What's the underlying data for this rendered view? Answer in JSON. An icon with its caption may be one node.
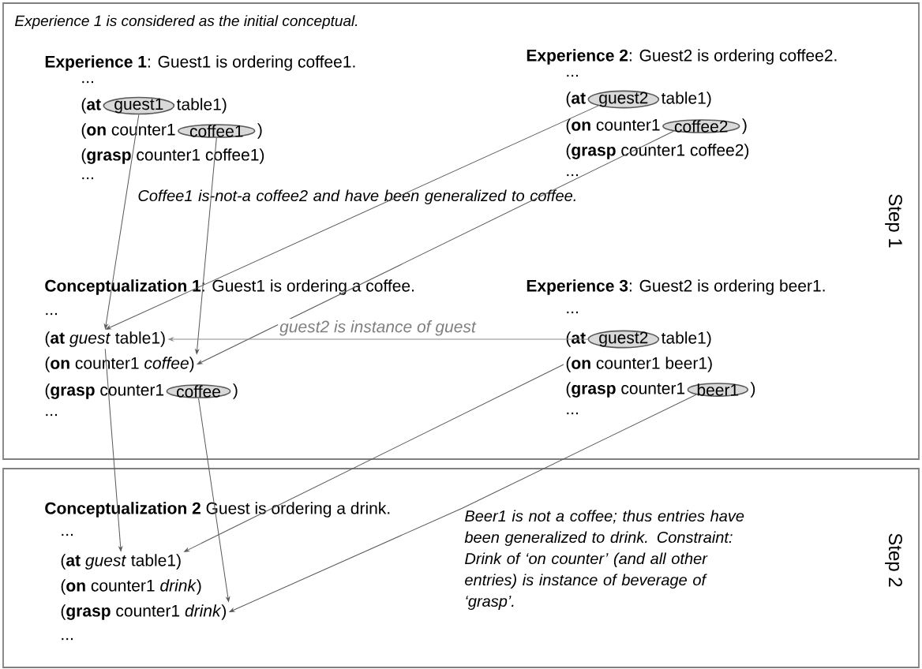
{
  "diagram": {
    "nodes": [
      {
        "text": [
          "Step 1"
        ]
      },
      {
        "text": [
          "Step 2"
        ]
      },
      {
        "text": [
          "guest1"
        ],
        "in": 0
      },
      {
        "text": [
          "coffee1"
        ],
        "in": 0
      },
      {
        "text": [
          "guest2"
        ],
        "in": 0
      },
      {
        "text": [
          "coffee2"
        ],
        "in": 0
      },
      {
        "text": [
          "(**at** *guest* table1)"
        ],
        "in": 0
      },
      {
        "text": [
          "(**on** counter1 *coffee*)"
        ],
        "in": 0
      },
      {
        "text": [
          "coffee"
        ],
        "in": 0
      },
      {
        "text": [
          "guest2"
        ],
        "in": 0
      },
      {
        "text": [
          "(**on** counter1 beer1)"
        ],
        "in": 0
      },
      {
        "text": [
          "beer1"
        ],
        "in": 0
      },
      {
        "text": [
          "(**at** *guest* table1)"
        ],
        "in": 1
      },
      {
        "text": [
          "(**grasp** counter1 *drink*)"
        ],
        "in": 1
      },
      {
        "text": [
          "Beer1 is not a coffee; thus entries have been generalized to drink. Constraint: Drink of ‘on counter’ (and all other entries) is instance of beverage of ‘grasp’."
        ],
        "in": 1
      }
    ],
    "edges": [
      {
        "from": 2,
        "to": 6,
        "arrow": "to"
      },
      {
        "from": 3,
        "to": 7,
        "arrow": "to"
      },
      {
        "from": 4,
        "to": 6,
        "arrow": "to"
      },
      {
        "from": 5,
        "to": 7,
        "arrow": "to"
      },
      {
        "from": 9,
        "to": 6,
        "arrow": "to",
        "label": "guest2 is instance of guest",
        "color": "#8c8c8c"
      },
      {
        "from": 6,
        "to": 12,
        "arrow": "to"
      },
      {
        "from": 8,
        "to": 13,
        "arrow": "to"
      },
      {
        "from": 10,
        "to": 12,
        "arrow": "to"
      },
      {
        "from": 11,
        "to": 14,
        "arrow": "none"
      },
      {
        "from": 14,
        "to": 13,
        "arrow": "to"
      }
    ],
    "labels": [
      "Experience 1 is considered as the initial conceptual.",
      "**Experience 1**: Guest1 is ordering coffee1.",
      "**Experience 2**: Guest2 is ordering coffee2.",
      "...",
      "...",
      "(**at**",
      "table1)",
      "(**at**",
      "table1)",
      "(**on** counter1",
      ")",
      "(**on** counter1",
      ")",
      "(**grasp** counter1 coffee1)",
      "(**grasp** counter1 coffee2)",
      "...",
      "...",
      "Coffee1 is-not-a coffee2 and have been generalized to coffee.",
      "**Conceptualization 1**: Guest1 is ordering a coffee.",
      "**Experience 3**: Guest2 is ordering beer1.",
      "...",
      "...",
      "(**at**",
      "table1)",
      "(**grasp** counter1",
      ")",
      "(**grasp** counter1",
      ")",
      "...",
      "...",
      "**Conceptualization 2** Guest is ordering a drink.",
      "...",
      "(**on** counter1 *drink*)",
      "..."
    ]
  }
}
